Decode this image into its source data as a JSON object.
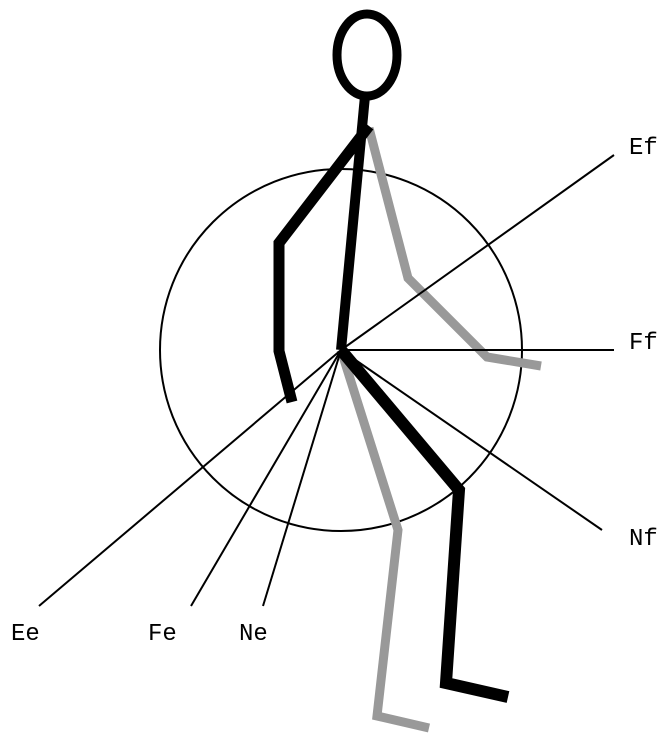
{
  "labels": {
    "ef": "Ef",
    "ff": "Ff",
    "nf": "Nf",
    "ee": "Ee",
    "fe": "Fe",
    "ne": "Ne"
  },
  "colors": {
    "front_limbs": "#000000",
    "rear_limbs": "#999999",
    "lines": "#000000",
    "background": "#ffffff"
  }
}
